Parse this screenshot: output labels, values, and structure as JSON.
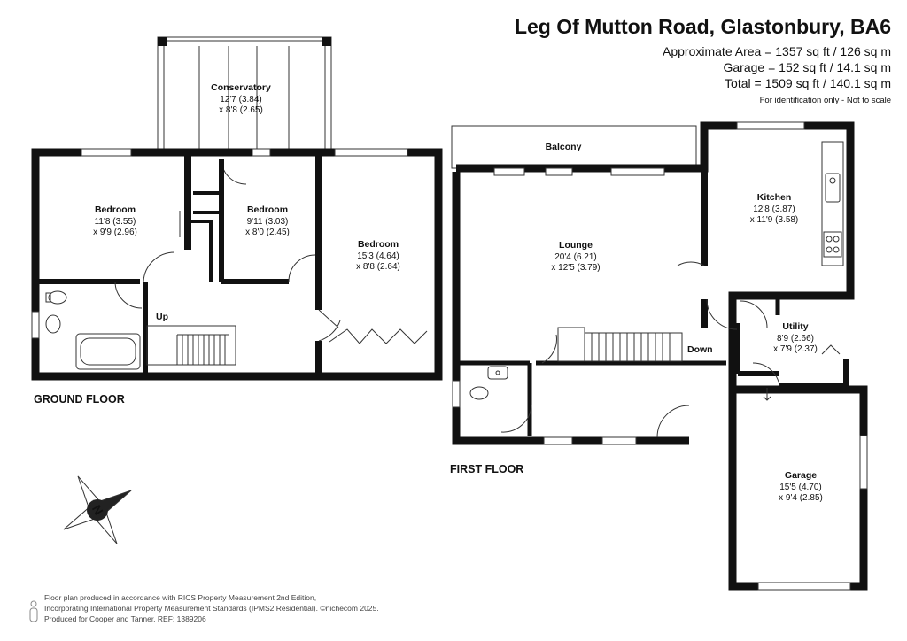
{
  "header": {
    "title": "Leg Of Mutton Road, Glastonbury, BA6",
    "area_lines": [
      "Approximate Area = 1357 sq ft / 126 sq m",
      "Garage = 152 sq ft / 14.1 sq m",
      "Total = 1509 sq ft / 140.1 sq m"
    ],
    "disclaimer": "For identification only - Not to scale"
  },
  "floors": {
    "ground": "GROUND FLOOR",
    "first": "FIRST FLOOR"
  },
  "rooms": [
    {
      "id": "conservatory",
      "name": "Conservatory",
      "dim1": "12'7 (3.84)",
      "dim2": "x 8'8 (2.65)"
    },
    {
      "id": "bedroom-1",
      "name": "Bedroom",
      "dim1": "11'8 (3.55)",
      "dim2": "x 9'9 (2.96)"
    },
    {
      "id": "bedroom-2",
      "name": "Bedroom",
      "dim1": "9'11 (3.03)",
      "dim2": "x 8'0 (2.45)"
    },
    {
      "id": "bedroom-3",
      "name": "Bedroom",
      "dim1": "15'3 (4.64)",
      "dim2": "x 8'8 (2.64)"
    },
    {
      "id": "balcony",
      "name": "Balcony",
      "dim1": "",
      "dim2": ""
    },
    {
      "id": "lounge",
      "name": "Lounge",
      "dim1": "20'4 (6.21)",
      "dim2": "x 12'5 (3.79)"
    },
    {
      "id": "kitchen",
      "name": "Kitchen",
      "dim1": "12'8 (3.87)",
      "dim2": "x 11'9 (3.58)"
    },
    {
      "id": "utility",
      "name": "Utility",
      "dim1": "8'9 (2.66)",
      "dim2": "x 7'9 (2.37)"
    },
    {
      "id": "garage",
      "name": "Garage",
      "dim1": "15'5 (4.70)",
      "dim2": "x 9'4 (2.85)"
    }
  ],
  "stairs": {
    "up": "Up",
    "down": "Down"
  },
  "compass": {
    "letter": "N"
  },
  "footer": {
    "lines": [
      "Floor plan produced in accordance with RICS Property Measurement 2nd Edition,",
      "Incorporating International Property Measurement Standards (IPMS2 Residential).  ©nichecom 2025.",
      "Produced for Cooper and Tanner.   REF: 1389206"
    ]
  },
  "colors": {
    "wall": "#111111",
    "line": "#333333"
  }
}
